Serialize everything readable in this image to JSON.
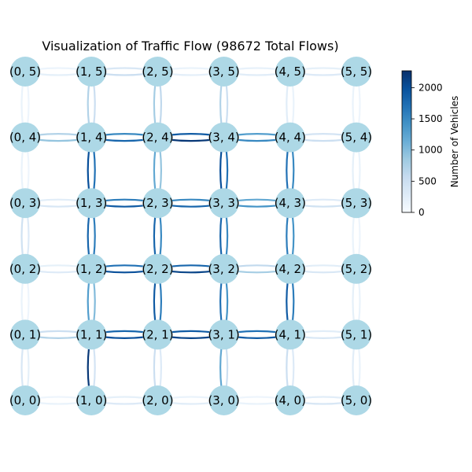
{
  "title": "Visualization of Traffic Flow (98672 Total Flows)",
  "node_color": "#add8e6",
  "colormap": [
    "#f7fbff",
    "#deebf7",
    "#c6dbef",
    "#9ecae1",
    "#6baed6",
    "#4292c6",
    "#2171b5",
    "#08519c",
    "#08306b"
  ],
  "colorbar": {
    "label": "Number of Vehicles",
    "min": 0,
    "max": 2270,
    "ticks": [
      0,
      500,
      1000,
      1500,
      2000
    ]
  },
  "nodes": [
    {
      "id": "0,0",
      "label": "(0, 0)"
    },
    {
      "id": "1,0",
      "label": "(1, 0)"
    },
    {
      "id": "2,0",
      "label": "(2, 0)"
    },
    {
      "id": "3,0",
      "label": "(3, 0)"
    },
    {
      "id": "4,0",
      "label": "(4, 0)"
    },
    {
      "id": "5,0",
      "label": "(5, 0)"
    },
    {
      "id": "0,1",
      "label": "(0, 1)"
    },
    {
      "id": "1,1",
      "label": "(1, 1)"
    },
    {
      "id": "2,1",
      "label": "(2, 1)"
    },
    {
      "id": "3,1",
      "label": "(3, 1)"
    },
    {
      "id": "4,1",
      "label": "(4, 1)"
    },
    {
      "id": "5,1",
      "label": "(5, 1)"
    },
    {
      "id": "0,2",
      "label": "(0, 2)"
    },
    {
      "id": "1,2",
      "label": "(1, 2)"
    },
    {
      "id": "2,2",
      "label": "(2, 2)"
    },
    {
      "id": "3,2",
      "label": "(3, 2)"
    },
    {
      "id": "4,2",
      "label": "(4, 2)"
    },
    {
      "id": "5,2",
      "label": "(5, 2)"
    },
    {
      "id": "0,3",
      "label": "(0, 3)"
    },
    {
      "id": "1,3",
      "label": "(1, 3)"
    },
    {
      "id": "2,3",
      "label": "(2, 3)"
    },
    {
      "id": "3,3",
      "label": "(3, 3)"
    },
    {
      "id": "4,3",
      "label": "(4, 3)"
    },
    {
      "id": "5,3",
      "label": "(5, 3)"
    },
    {
      "id": "0,4",
      "label": "(0, 4)"
    },
    {
      "id": "1,4",
      "label": "(1, 4)"
    },
    {
      "id": "2,4",
      "label": "(2, 4)"
    },
    {
      "id": "3,4",
      "label": "(3, 4)"
    },
    {
      "id": "4,4",
      "label": "(4, 4)"
    },
    {
      "id": "5,4",
      "label": "(5, 4)"
    },
    {
      "id": "0,5",
      "label": "(0, 5)"
    },
    {
      "id": "1,5",
      "label": "(1, 5)"
    },
    {
      "id": "2,5",
      "label": "(2, 5)"
    },
    {
      "id": "3,5",
      "label": "(3, 5)"
    },
    {
      "id": "4,5",
      "label": "(4, 5)"
    },
    {
      "id": "5,5",
      "label": "(5, 5)"
    }
  ],
  "edges": [
    {
      "a": "0,5",
      "b": "1,5",
      "fwd": 200,
      "back": 120
    },
    {
      "a": "1,5",
      "b": "2,5",
      "fwd": 500,
      "back": 350
    },
    {
      "a": "2,5",
      "b": "3,5",
      "fwd": 220,
      "back": 150
    },
    {
      "a": "3,5",
      "b": "4,5",
      "fwd": 250,
      "back": 180
    },
    {
      "a": "4,5",
      "b": "5,5",
      "fwd": 300,
      "back": 200
    },
    {
      "a": "0,4",
      "b": "1,4",
      "fwd": 900,
      "back": 700
    },
    {
      "a": "1,4",
      "b": "2,4",
      "fwd": 1800,
      "back": 1500
    },
    {
      "a": "2,4",
      "b": "3,4",
      "fwd": 2200,
      "back": 1900
    },
    {
      "a": "3,4",
      "b": "4,4",
      "fwd": 1500,
      "back": 1300
    },
    {
      "a": "4,4",
      "b": "5,4",
      "fwd": 500,
      "back": 400
    },
    {
      "a": "0,3",
      "b": "1,3",
      "fwd": 350,
      "back": 250
    },
    {
      "a": "1,3",
      "b": "2,3",
      "fwd": 1900,
      "back": 1600
    },
    {
      "a": "2,3",
      "b": "3,3",
      "fwd": 1800,
      "back": 1500
    },
    {
      "a": "3,3",
      "b": "4,3",
      "fwd": 1400,
      "back": 1200
    },
    {
      "a": "4,3",
      "b": "5,3",
      "fwd": 450,
      "back": 300
    },
    {
      "a": "0,2",
      "b": "1,2",
      "fwd": 300,
      "back": 200
    },
    {
      "a": "1,2",
      "b": "2,2",
      "fwd": 2000,
      "back": 1700
    },
    {
      "a": "2,2",
      "b": "3,2",
      "fwd": 2100,
      "back": 1800
    },
    {
      "a": "3,2",
      "b": "4,2",
      "fwd": 800,
      "back": 600
    },
    {
      "a": "4,2",
      "b": "5,2",
      "fwd": 350,
      "back": 250
    },
    {
      "a": "0,1",
      "b": "1,1",
      "fwd": 700,
      "back": 500
    },
    {
      "a": "1,1",
      "b": "2,1",
      "fwd": 2000,
      "back": 1800
    },
    {
      "a": "2,1",
      "b": "3,1",
      "fwd": 2100,
      "back": 1900
    },
    {
      "a": "3,1",
      "b": "4,1",
      "fwd": 1900,
      "back": 1700
    },
    {
      "a": "4,1",
      "b": "5,1",
      "fwd": 350,
      "back": 250
    },
    {
      "a": "0,0",
      "b": "1,0",
      "fwd": 150,
      "back": 100
    },
    {
      "a": "1,0",
      "b": "2,0",
      "fwd": 300,
      "back": 200
    },
    {
      "a": "2,0",
      "b": "3,0",
      "fwd": 250,
      "back": 150
    },
    {
      "a": "3,0",
      "b": "4,0",
      "fwd": 150,
      "back": 100
    },
    {
      "a": "4,0",
      "b": "5,0",
      "fwd": 350,
      "back": 250
    },
    {
      "a": "0,5",
      "b": "0,4",
      "fwd": 150,
      "back": 100
    },
    {
      "a": "0,4",
      "b": "0,3",
      "fwd": 150,
      "back": 100
    },
    {
      "a": "0,3",
      "b": "0,2",
      "fwd": 450,
      "back": 300
    },
    {
      "a": "0,2",
      "b": "0,1",
      "fwd": 150,
      "back": 100
    },
    {
      "a": "0,1",
      "b": "0,0",
      "fwd": 350,
      "back": 200
    },
    {
      "a": "1,5",
      "b": "1,4",
      "fwd": 700,
      "back": 500
    },
    {
      "a": "1,4",
      "b": "1,3",
      "fwd": 2000,
      "back": 1700
    },
    {
      "a": "1,3",
      "b": "1,2",
      "fwd": 1800,
      "back": 1600
    },
    {
      "a": "1,2",
      "b": "1,1",
      "fwd": 1300,
      "back": 1000
    },
    {
      "a": "1,1",
      "b": "1,0",
      "fwd": 2200,
      "back": 400
    },
    {
      "a": "2,5",
      "b": "2,4",
      "fwd": 800,
      "back": 600
    },
    {
      "a": "2,4",
      "b": "2,3",
      "fwd": 1200,
      "back": 900
    },
    {
      "a": "2,3",
      "b": "2,2",
      "fwd": 1800,
      "back": 1500
    },
    {
      "a": "2,2",
      "b": "2,1",
      "fwd": 1900,
      "back": 1600
    },
    {
      "a": "2,1",
      "b": "2,0",
      "fwd": 500,
      "back": 300
    },
    {
      "a": "3,5",
      "b": "3,4",
      "fwd": 700,
      "back": 500
    },
    {
      "a": "3,4",
      "b": "3,3",
      "fwd": 2000,
      "back": 1700
    },
    {
      "a": "3,3",
      "b": "3,2",
      "fwd": 1800,
      "back": 1500
    },
    {
      "a": "3,2",
      "b": "3,1",
      "fwd": 1700,
      "back": 1400
    },
    {
      "a": "3,1",
      "b": "3,0",
      "fwd": 1200,
      "back": 500
    },
    {
      "a": "4,5",
      "b": "4,4",
      "fwd": 250,
      "back": 150
    },
    {
      "a": "4,4",
      "b": "4,3",
      "fwd": 1700,
      "back": 1500
    },
    {
      "a": "4,3",
      "b": "4,2",
      "fwd": 1600,
      "back": 1400
    },
    {
      "a": "4,2",
      "b": "4,1",
      "fwd": 1900,
      "back": 1600
    },
    {
      "a": "4,1",
      "b": "4,0",
      "fwd": 500,
      "back": 300
    },
    {
      "a": "5,5",
      "b": "5,4",
      "fwd": 150,
      "back": 100
    },
    {
      "a": "5,4",
      "b": "5,3",
      "fwd": 200,
      "back": 150
    },
    {
      "a": "5,3",
      "b": "5,2",
      "fwd": 150,
      "back": 100
    },
    {
      "a": "5,2",
      "b": "5,1",
      "fwd": 200,
      "back": 150
    },
    {
      "a": "5,1",
      "b": "5,0",
      "fwd": 250,
      "back": 150
    }
  ]
}
